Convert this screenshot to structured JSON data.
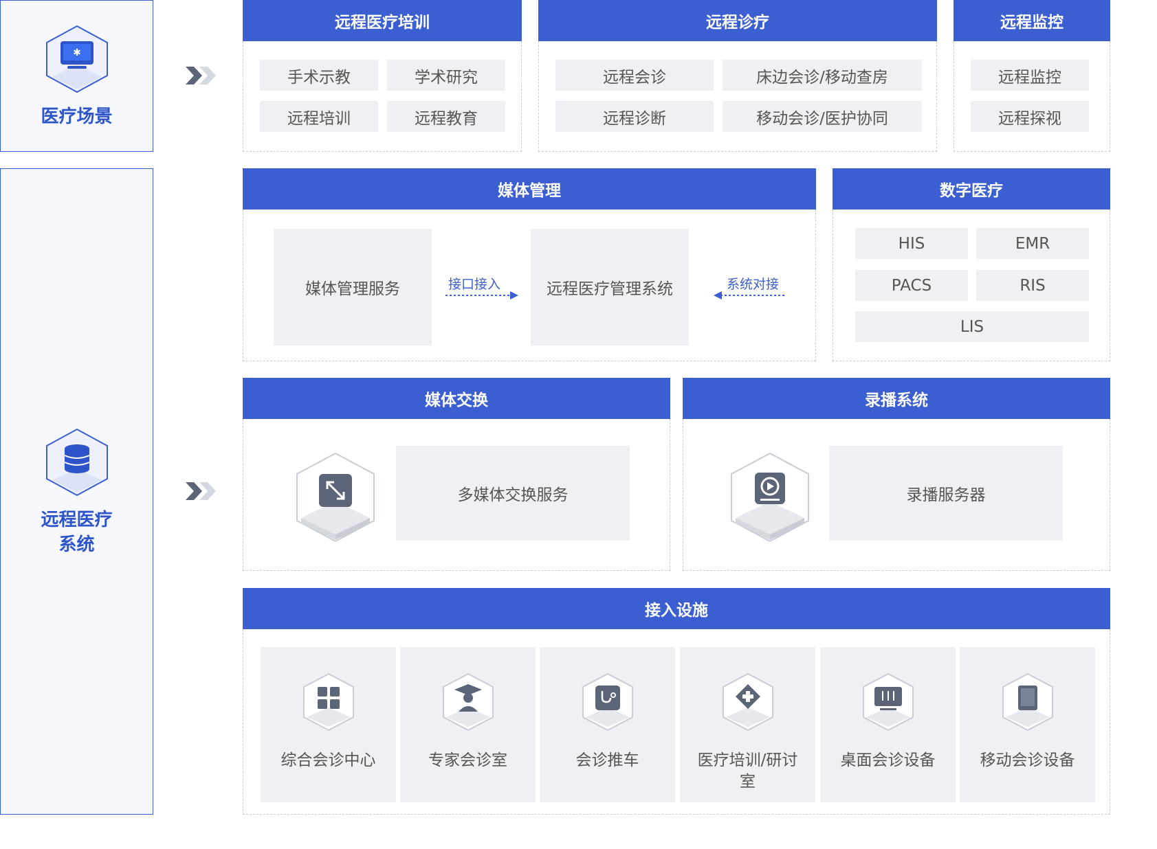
{
  "left": {
    "scene": {
      "title": "医疗场景"
    },
    "system": {
      "title_line1": "远程医疗",
      "title_line2": "系统"
    }
  },
  "sections": {
    "training": {
      "title": "远程医疗培训",
      "items": [
        "手术示教",
        "学术研究",
        "远程培训",
        "远程教育"
      ]
    },
    "diagnosis": {
      "title": "远程诊疗",
      "items": [
        "远程会诊",
        "床边会诊/移动查房",
        "远程诊断",
        "移动会诊/医护协同"
      ]
    },
    "monitoring": {
      "title": "远程监控",
      "items": [
        "远程监控",
        "远程探视"
      ]
    },
    "media_mgmt": {
      "title": "媒体管理",
      "service": "媒体管理服务",
      "system": "远程医疗管理系统",
      "arrow_left_label": "接口接入",
      "arrow_right_label": "系统对接"
    },
    "digital": {
      "title": "数字医疗",
      "items": [
        "HIS",
        "EMR",
        "PACS",
        "RIS",
        "LIS"
      ]
    },
    "media_exchange": {
      "title": "媒体交换",
      "service": "多媒体交换服务",
      "icon": "resize-arrows-icon"
    },
    "recording": {
      "title": "录播系统",
      "service": "录播服务器",
      "icon": "camera-server-icon"
    },
    "access": {
      "title": "接入设施",
      "items": [
        {
          "label": "综合会诊中心",
          "icon": "grid-apps-icon"
        },
        {
          "label": "专家会诊室",
          "icon": "graduate-cap-icon"
        },
        {
          "label": "会诊推车",
          "icon": "stethoscope-icon"
        },
        {
          "label": "医疗培训/研讨室",
          "icon": "medical-cross-icon"
        },
        {
          "label": "桌面会诊设备",
          "icon": "desktop-monitor-icon"
        },
        {
          "label": "移动会诊设备",
          "icon": "tablet-icon"
        }
      ]
    }
  },
  "colors": {
    "primary": "#3b5fd0",
    "cell_bg": "#eef0f4",
    "panel_bg": "#f6f8fe",
    "text": "#555555"
  }
}
